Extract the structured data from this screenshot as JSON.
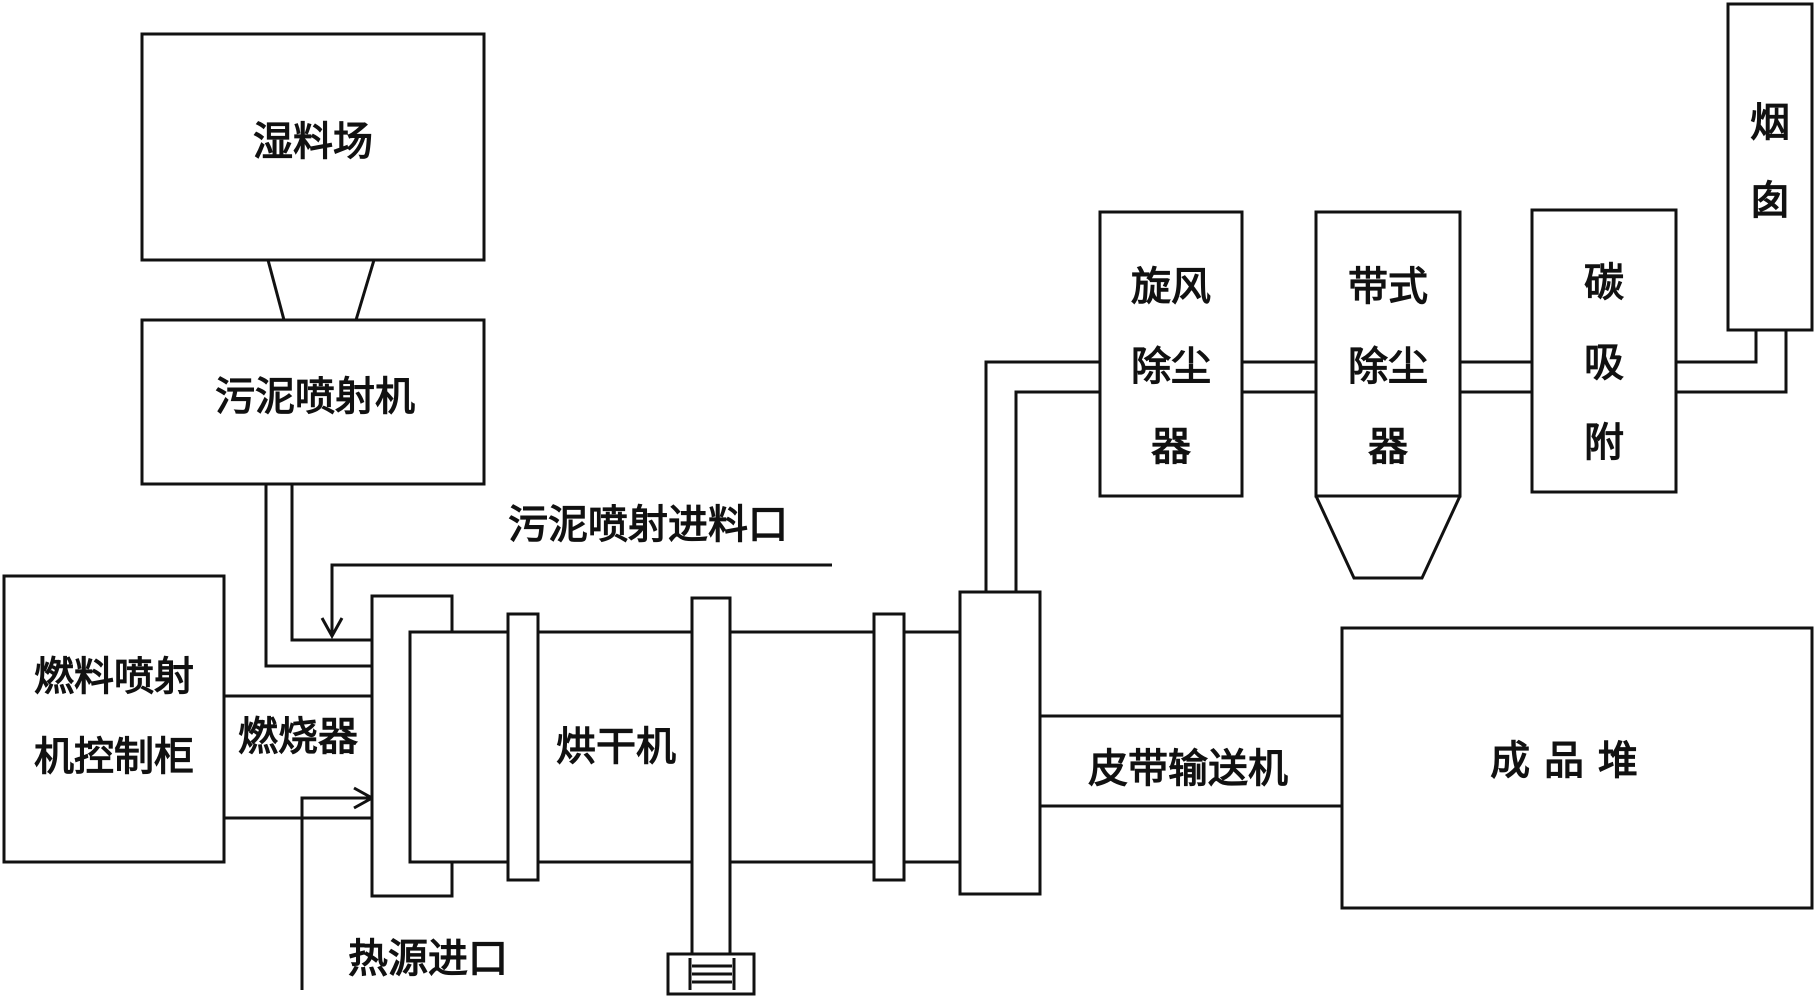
{
  "diagram": {
    "labels": {
      "wet_yard": "湿料场",
      "sludge_sprayer": "污泥喷射机",
      "sludge_inlet": "污泥喷射进料口",
      "fuel_cabinet_line1": "燃料喷射",
      "fuel_cabinet_line2": "机控制柜",
      "burner": "燃烧器",
      "heat_inlet": "热源进口",
      "dryer": "烘干机",
      "cyclone": [
        "旋风",
        "除尘",
        "器"
      ],
      "bag_filter": [
        "带式",
        "除尘",
        "器"
      ],
      "carbon": [
        "碳",
        "吸",
        "附"
      ],
      "chimney": [
        "烟",
        "囱"
      ],
      "conveyor": "皮带输送机",
      "product_pile": "成 品 堆"
    },
    "colors": {
      "line": "#111111",
      "background": "#ffffff"
    }
  }
}
